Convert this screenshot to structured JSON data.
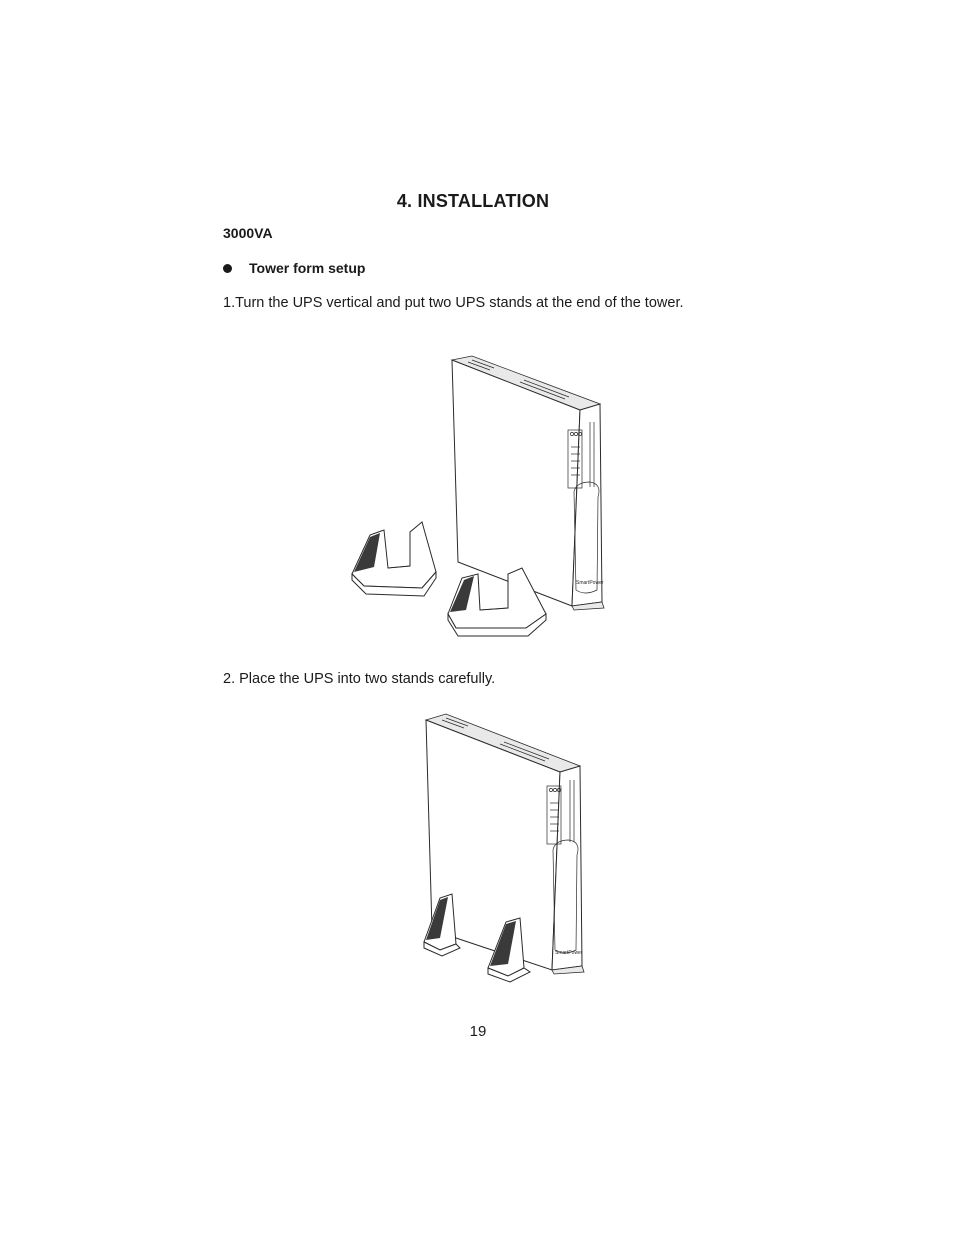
{
  "section": {
    "title": "4.  INSTALLATION",
    "model": "3000VA",
    "bullet": "Tower form setup"
  },
  "steps": [
    {
      "text": "1.Turn the UPS vertical and put two UPS stands at the end of the tower."
    },
    {
      "text": "2. Place the UPS into two stands carefully."
    }
  ],
  "figures": [
    {
      "name": "ups-with-stands-separate"
    },
    {
      "name": "ups-placed-in-stands"
    }
  ],
  "footer": {
    "page_number": "19"
  }
}
